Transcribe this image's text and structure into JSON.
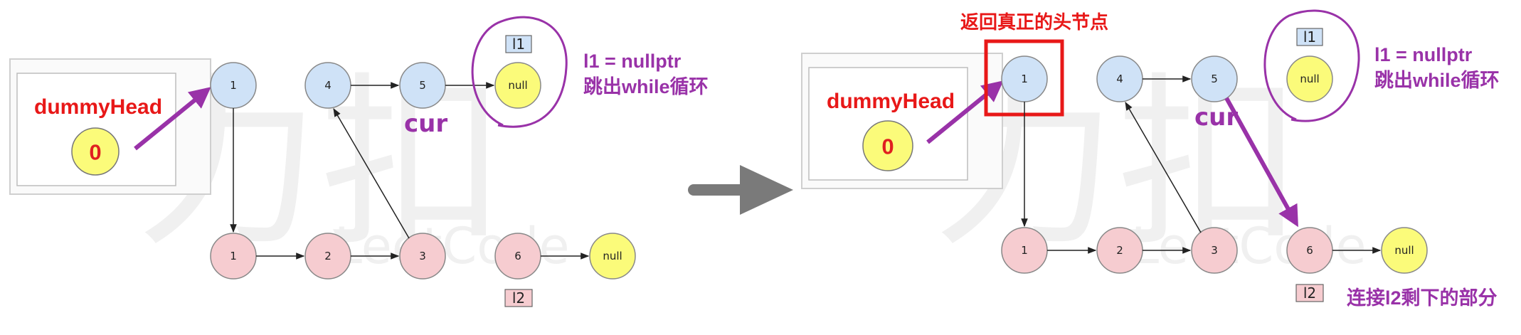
{
  "colors": {
    "blue_node": "#cfe2f7",
    "pink_node": "#f6ccd0",
    "yellow_node": "#fbfb7a",
    "purple": "#9932a8",
    "red": "#e81818",
    "arrow_gray": "#7a7a7a"
  },
  "watermark": {
    "glyphs": "力扣",
    "text": "LeetCode"
  },
  "left_panel": {
    "dummy_label": "dummyHead",
    "dummy_value": "0",
    "list1_nodes": [
      "1",
      "4",
      "5",
      "null"
    ],
    "list2_nodes": [
      "1",
      "2",
      "3",
      "6",
      "null"
    ],
    "l1_tag": "l1",
    "l2_tag": "l2",
    "cur_label": "cur",
    "note_line1": "l1 = nullptr",
    "note_line2": "跳出while循环"
  },
  "right_panel": {
    "title": "返回真正的头节点",
    "dummy_label": "dummyHead",
    "dummy_value": "0",
    "list1_nodes": [
      "1",
      "4",
      "5",
      "null"
    ],
    "list2_nodes": [
      "1",
      "2",
      "3",
      "6",
      "null"
    ],
    "l1_tag": "l1",
    "l2_tag": "l2",
    "cur_label": "cur",
    "note_line1": "l1 = nullptr",
    "note_line2": "跳出while循环",
    "connect_note": "连接l2剩下的部分"
  }
}
